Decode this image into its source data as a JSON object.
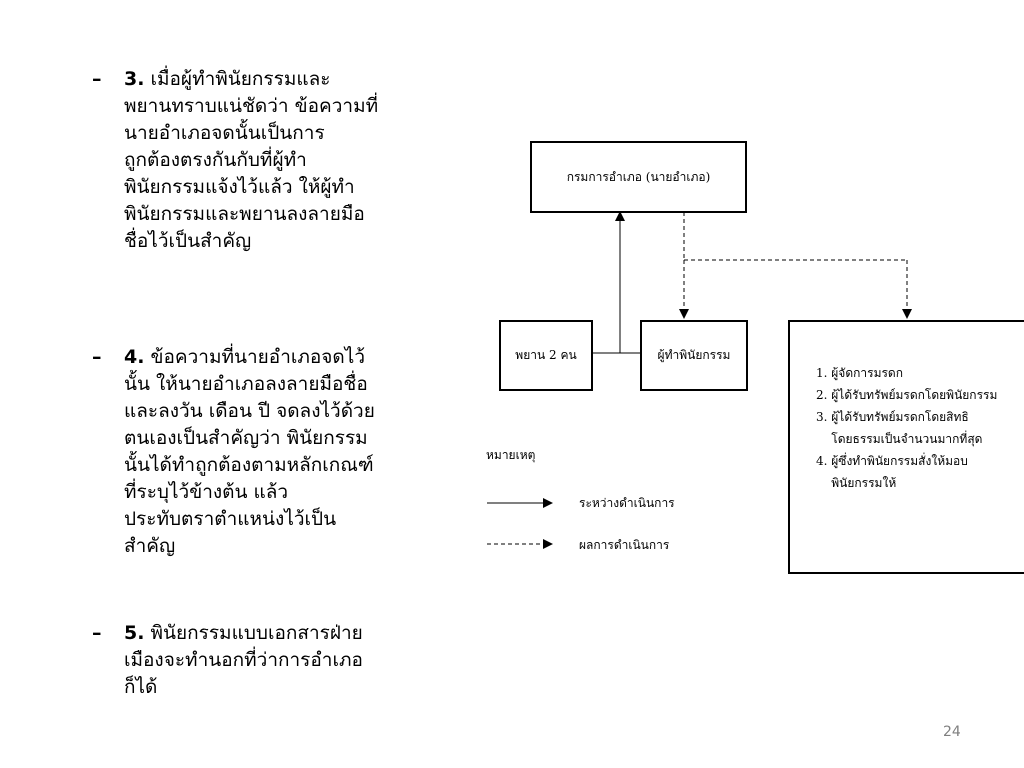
{
  "bullets": [
    {
      "dash": "–",
      "num": "3.",
      "text": "เมื่อผู้ทำพินัยกรรมและ\nพยานทราบแน่ชัดว่า ข้อความที่\nนายอำเภอจดนั้นเป็นการ\nถูกต้องตรงกันกับที่ผู้ทำ\nพินัยกรรมแจ้งไว้แล้ว ให้ผู้ทำ\nพินัยกรรมและพยานลงลายมือ\nชื่อไว้เป็นสำคัญ"
    },
    {
      "dash": "–",
      "num": "4.",
      "text": "ข้อความที่นายอำเภอจดไว้\nนั้น ให้นายอำเภอลงลายมือชื่อ\nและลงวัน เดือน ปี จดลงไว้ด้วย\nตนเองเป็นสำคัญว่า พินัยกรรม\nนั้นได้ทำถูกต้องตามหลักเกณฑ์\nที่ระบุไว้ข้างต้น แล้ว\nประทับตราตำแหน่งไว้เป็น\nสำคัญ"
    },
    {
      "dash": "–",
      "num": "5.",
      "text": "พินัยกรรมแบบเอกสารฝ่าย\nเมืองจะทำนอกที่ว่าการอำเภอ\nก็ได้"
    }
  ],
  "diagram": {
    "top_box": "กรมการอำเภอ (นายอำเภอ)",
    "witness_box": "พยาน 2 คน",
    "testator_box": "ผู้ทำพินัยกรรม",
    "result_items": [
      "1. ผู้จัดการมรดก",
      "2. ผู้ได้รับทรัพย์มรดกโดยพินัยกรรม",
      "3. ผู้ได้รับทรัพย์มรดกโดยสิทธิ",
      "    โดยธรรมเป็นจำนวนมากที่สุด",
      "4. ผู้ซึ่งทำพินัยกรรมสั่งให้มอบ",
      "    พินัยกรรมให้"
    ],
    "legend": {
      "title": "หมายเหตุ",
      "solid_label": "ระหว่างดำเนินการ",
      "dashed_label": "ผลการดำเนินการ"
    }
  },
  "page_number": "24"
}
